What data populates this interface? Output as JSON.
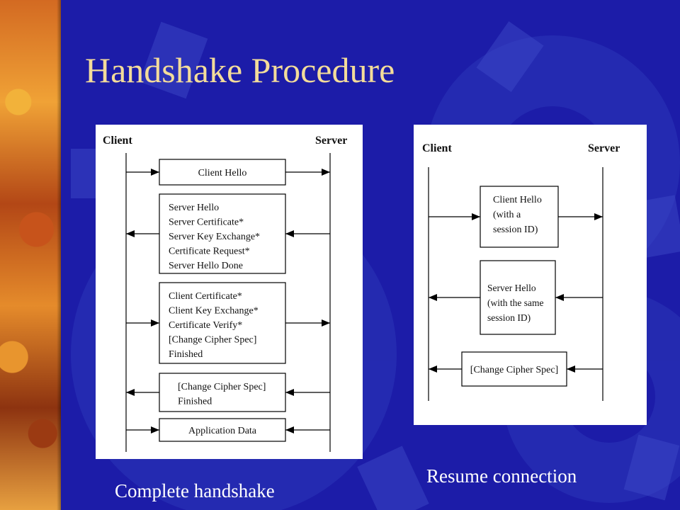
{
  "slide": {
    "title": "Handshake Procedure"
  },
  "complete": {
    "caption": "Complete handshake",
    "client_label": "Client",
    "server_label": "Server",
    "messages": [
      {
        "direction": "to-server",
        "lines": [
          "Client Hello"
        ]
      },
      {
        "direction": "to-client",
        "lines": [
          "Server Hello",
          "Server Certificate*",
          "Server Key Exchange*",
          "Certificate Request*",
          "Server Hello Done"
        ]
      },
      {
        "direction": "to-server",
        "lines": [
          "Client Certificate*",
          "Client Key Exchange*",
          "Certificate Verify*",
          "[Change Cipher Spec]",
          "Finished"
        ]
      },
      {
        "direction": "to-client",
        "lines": [
          "[Change Cipher Spec]",
          "Finished"
        ]
      },
      {
        "direction": "both",
        "lines": [
          "Application Data"
        ]
      }
    ]
  },
  "resume": {
    "caption": "Resume  connection",
    "client_label": "Client",
    "server_label": "Server",
    "messages": [
      {
        "direction": "to-server",
        "lines": [
          "Client Hello",
          "(with a",
          "session ID)"
        ]
      },
      {
        "direction": "to-client",
        "lines": [
          "Server Hello",
          "(with the same",
          "session ID)"
        ]
      },
      {
        "direction": "to-client",
        "lines": [
          "[Change Cipher Spec]"
        ]
      }
    ]
  }
}
